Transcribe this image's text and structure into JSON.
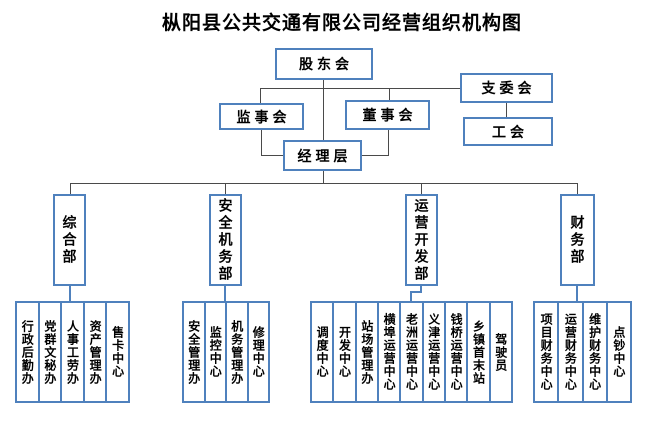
{
  "title": "枞阳县公共交通有限公司经营组织机构图",
  "colors": {
    "box_border": "#4f81bd",
    "connector_line": "#4a4a4a",
    "text": "#000000",
    "background": "#ffffff"
  },
  "nodes": {
    "shareholders": "股东会",
    "supervisory_board": "监事会",
    "board_of_directors": "董事会",
    "branch_committee": "支委会",
    "labor_union": "工会",
    "management_layer": "经理层"
  },
  "departments": [
    {
      "label": "综合部",
      "units": [
        "行政后勤办",
        "党群文秘办",
        "人事工劳办",
        "资产管理办",
        "售卡中心"
      ]
    },
    {
      "label": "安全机务部",
      "units": [
        "安全管理办",
        "监控中心",
        "机务管理办",
        "修理中心"
      ]
    },
    {
      "label": "运营开发部",
      "units": [
        "调度中心",
        "开发中心",
        "站场管理办",
        "横埠运营中心",
        "老洲运营中心",
        "义津运营中心",
        "钱桥运营中心",
        "乡镇首末站",
        "驾驶员"
      ]
    },
    {
      "label": "财务部",
      "units": [
        "项目财务中心",
        "运营财务中心",
        "维护财务中心",
        "点钞中心"
      ]
    }
  ]
}
